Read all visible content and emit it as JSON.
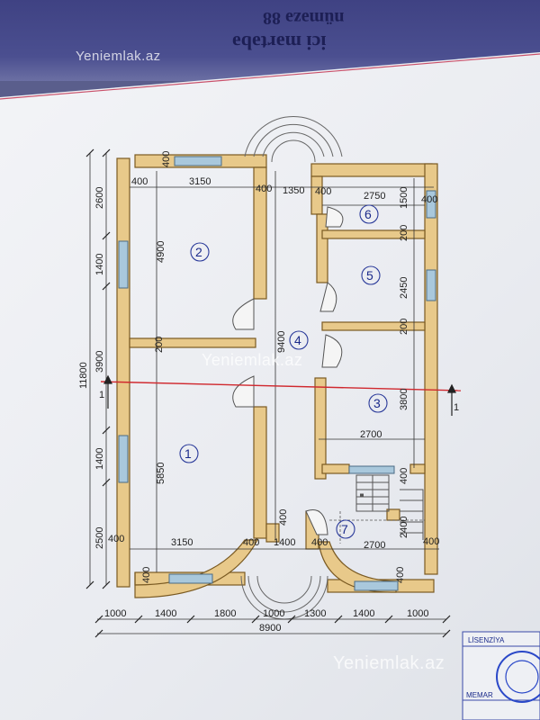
{
  "watermark": {
    "text": "Yeniemlak.az"
  },
  "mirror_text": {
    "line1": "ici mərtəbə",
    "line2": "nüməzə 88"
  },
  "plan": {
    "total_height": "11800",
    "left_dims": [
      "2600",
      "1400",
      "3900",
      "1400",
      "2500"
    ],
    "bottom_dims": [
      "1000",
      "1400",
      "1800",
      "1000",
      "1300",
      "1400",
      "1000"
    ],
    "total_width": "8900",
    "section_mark": "1",
    "rooms": [
      "1",
      "2",
      "3",
      "4",
      "5",
      "6",
      "7"
    ],
    "interior_dims": {
      "top_left_width": "3150",
      "wall_400": "400",
      "corridor_width": "1350",
      "room6_width": "2750",
      "room6_height": "1500",
      "room2_height": "4900",
      "wall_200": "200",
      "room5_height": "2450",
      "corridor_length": "9400",
      "room3_height": "3800",
      "room3_width": "2700",
      "room1_height": "5850",
      "bottom_left_width": "3150",
      "entry_width": "1400",
      "stair_width": "2700",
      "stair_height": "2400"
    }
  },
  "stamp": {
    "license": "LİSENZİYA",
    "architect": "MEMAR"
  },
  "colors": {
    "wall_fill": "#e8c98a",
    "wall_stroke": "#7a5a22",
    "window_fill": "#a9c8dc",
    "section_line": "#d0282e",
    "page_bg": "#eef0f4",
    "binding_blue": "#444788"
  }
}
